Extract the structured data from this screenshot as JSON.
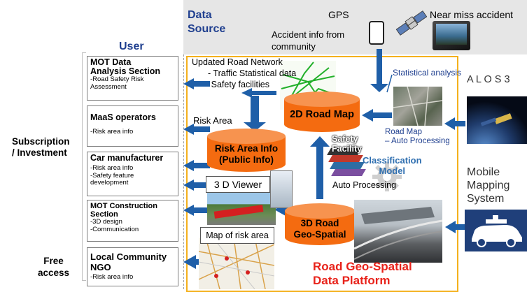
{
  "header": {
    "data_source_line1": "Data",
    "data_source_line2": "Source",
    "gps": "GPS",
    "near_miss": "Near miss accident",
    "accident_info_line1": "Accident info from",
    "accident_info_line2": "community"
  },
  "left": {
    "user_title": "User",
    "subscription_line1": "Subscription",
    "subscription_line2": "/ Investment",
    "free_line1": "Free",
    "free_line2": "access"
  },
  "users": [
    {
      "title_line1": "MOT Data",
      "title_line2": "Analysis Section",
      "sub_line1": "-Road Safety Risk",
      "sub_line2": "Assessment",
      "sub_line3": ""
    },
    {
      "title_line1": "MaaS operators",
      "title_line2": "",
      "sub_line1": "-Risk area info",
      "sub_line2": "",
      "sub_line3": ""
    },
    {
      "title_line1": "Car manufacturer",
      "title_line2": "",
      "sub_line1": "-Risk area info",
      "sub_line2": "-Safety feature",
      "sub_line3": "development"
    },
    {
      "title_line1": "MOT Construction",
      "title_line2": "Section",
      "sub_line1": "-3D design",
      "sub_line2": "-Communication",
      "sub_line3": ""
    },
    {
      "title_line1": "Local Community",
      "title_line2": "NGO",
      "sub_line1": "-Risk area info",
      "sub_line2": "",
      "sub_line3": ""
    }
  ],
  "platform": {
    "updated_network": "Updated Road Network",
    "traffic": "- Traffic Statistical data",
    "safety_facilities": "- Safety facilities",
    "statistical_analysis": "Statistical analysis",
    "risk_area": "Risk Area",
    "road_map_2d": "2D Road Map",
    "risk_info_line1": "Risk Area Info",
    "risk_info_line2": "(Public Info)",
    "road_map_line1": "Road Map",
    "road_map_line2": "– Auto Processing",
    "safety_line1": "Safety",
    "safety_line2": "Facility",
    "classification_line1": "Classification",
    "classification_line2": "Model",
    "auto_processing": "Auto Processing",
    "viewer_3d": "3 D Viewer",
    "map_risk": "Map of risk area",
    "geo_line1": "3D Road",
    "geo_line2": "Geo-Spatial",
    "platform_line1": "Road Geo-Spatial",
    "platform_line2": "Data Platform"
  },
  "right": {
    "alos3": "A L O S 3",
    "mobile_line1": "Mobile",
    "mobile_line2": "Mapping",
    "mobile_line3": "System"
  },
  "colors": {
    "cylinder": "#f46b10",
    "arrow_blue": "#1f5fa8",
    "frame_yellow": "#f4b01c",
    "header_blue": "#1f3f8f"
  }
}
